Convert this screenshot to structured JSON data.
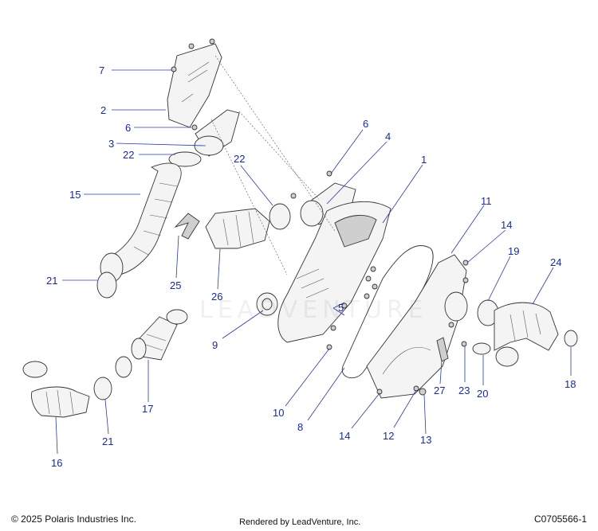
{
  "callouts": [
    {
      "id": "c7",
      "label": "7"
    },
    {
      "id": "c2",
      "label": "2"
    },
    {
      "id": "c6a",
      "label": "6"
    },
    {
      "id": "c3",
      "label": "3"
    },
    {
      "id": "c22a",
      "label": "22"
    },
    {
      "id": "c15",
      "label": "15"
    },
    {
      "id": "c21a",
      "label": "21"
    },
    {
      "id": "c25",
      "label": "25"
    },
    {
      "id": "c26",
      "label": "26"
    },
    {
      "id": "c22b",
      "label": "22"
    },
    {
      "id": "c6b",
      "label": "6"
    },
    {
      "id": "c4",
      "label": "4"
    },
    {
      "id": "c1",
      "label": "1"
    },
    {
      "id": "c11",
      "label": "11"
    },
    {
      "id": "c14a",
      "label": "14"
    },
    {
      "id": "c19",
      "label": "19"
    },
    {
      "id": "c24",
      "label": "24"
    },
    {
      "id": "c5",
      "label": "5"
    },
    {
      "id": "c9",
      "label": "9"
    },
    {
      "id": "c10",
      "label": "10"
    },
    {
      "id": "c8",
      "label": "8"
    },
    {
      "id": "c14b",
      "label": "14"
    },
    {
      "id": "c12",
      "label": "12"
    },
    {
      "id": "c13",
      "label": "13"
    },
    {
      "id": "c27",
      "label": "27"
    },
    {
      "id": "c23",
      "label": "23"
    },
    {
      "id": "c20",
      "label": "20"
    },
    {
      "id": "c18",
      "label": "18"
    },
    {
      "id": "c17",
      "label": "17"
    },
    {
      "id": "c16",
      "label": "16"
    },
    {
      "id": "c21b",
      "label": "21"
    }
  ],
  "footer": {
    "copyright": "© 2025 Polaris Industries Inc.",
    "rendered_by": "Rendered by LeadVenture, Inc.",
    "diagram_code": "C0705566-1"
  },
  "watermark": "LEADVENTURE",
  "colors": {
    "callout": "#1a2a9a",
    "line": "#333333"
  }
}
